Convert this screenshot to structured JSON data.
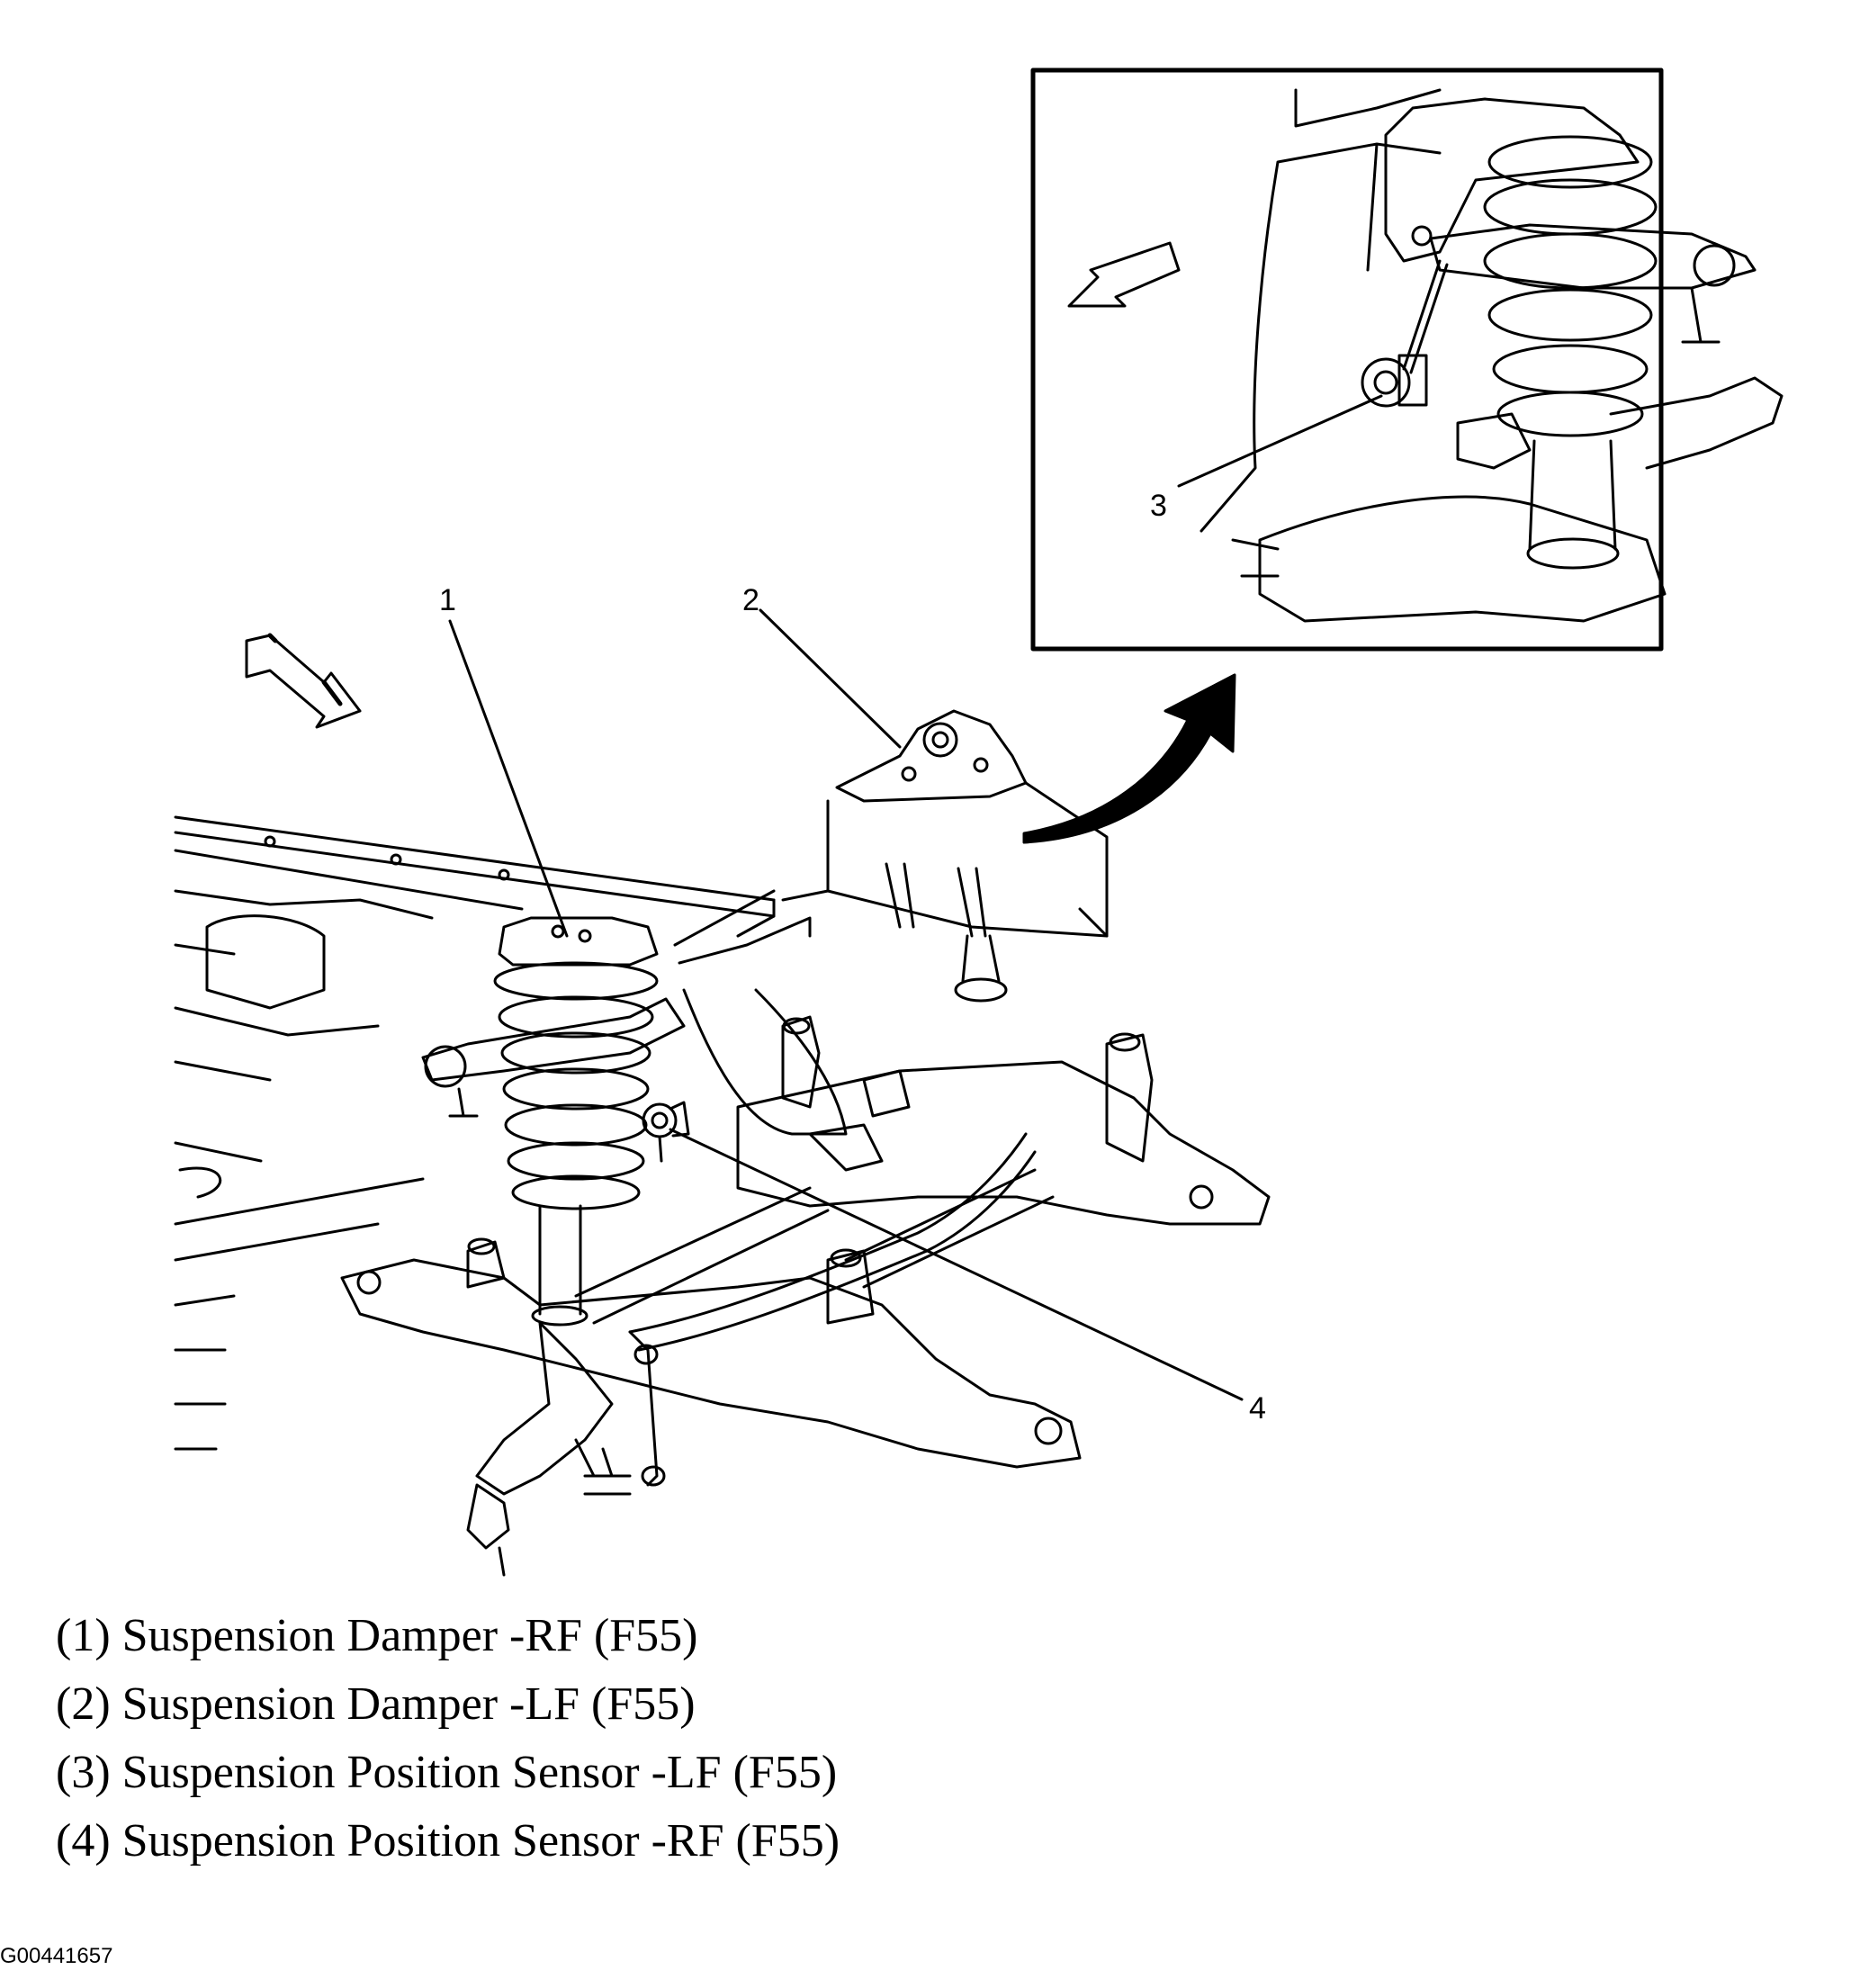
{
  "callouts": {
    "c1": "1",
    "c2": "2",
    "c3": "3",
    "c4": "4"
  },
  "legend": [
    "(1) Suspension Damper -RF (F55)",
    "(2) Suspension Damper -LF (F55)",
    "(3) Suspension Position Sensor -LF (F55)",
    "(4) Suspension Position Sensor -RF (F55)"
  ],
  "figure_id": "G00441657",
  "icons": {
    "forward_arrow_main": "direction-arrow-icon",
    "forward_arrow_inset": "direction-arrow-icon",
    "detail_arrow": "curved-arrow-icon"
  }
}
